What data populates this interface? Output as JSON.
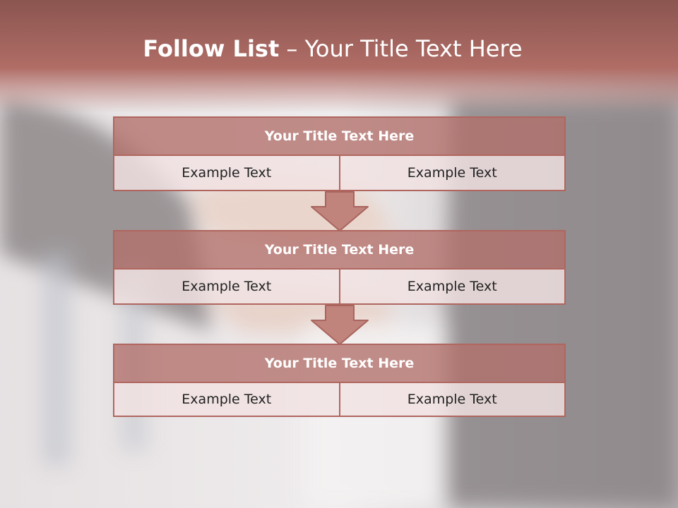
{
  "slide": {
    "title_bold": "Follow List",
    "title_rest": "  – Your Title Text Here"
  },
  "blocks": [
    {
      "title": "Your Title Text Here",
      "left": "Example Text",
      "right": "Example Text"
    },
    {
      "title": "Your Title Text Here",
      "left": "Example Text",
      "right": "Example Text"
    },
    {
      "title": "Your Title Text Here",
      "left": "Example Text",
      "right": "Example Text"
    }
  ],
  "colors": {
    "accent": "#a9645e",
    "header_fill": "#c0847d",
    "cell_fill": "#ead6d6",
    "border": "#b0665f"
  }
}
